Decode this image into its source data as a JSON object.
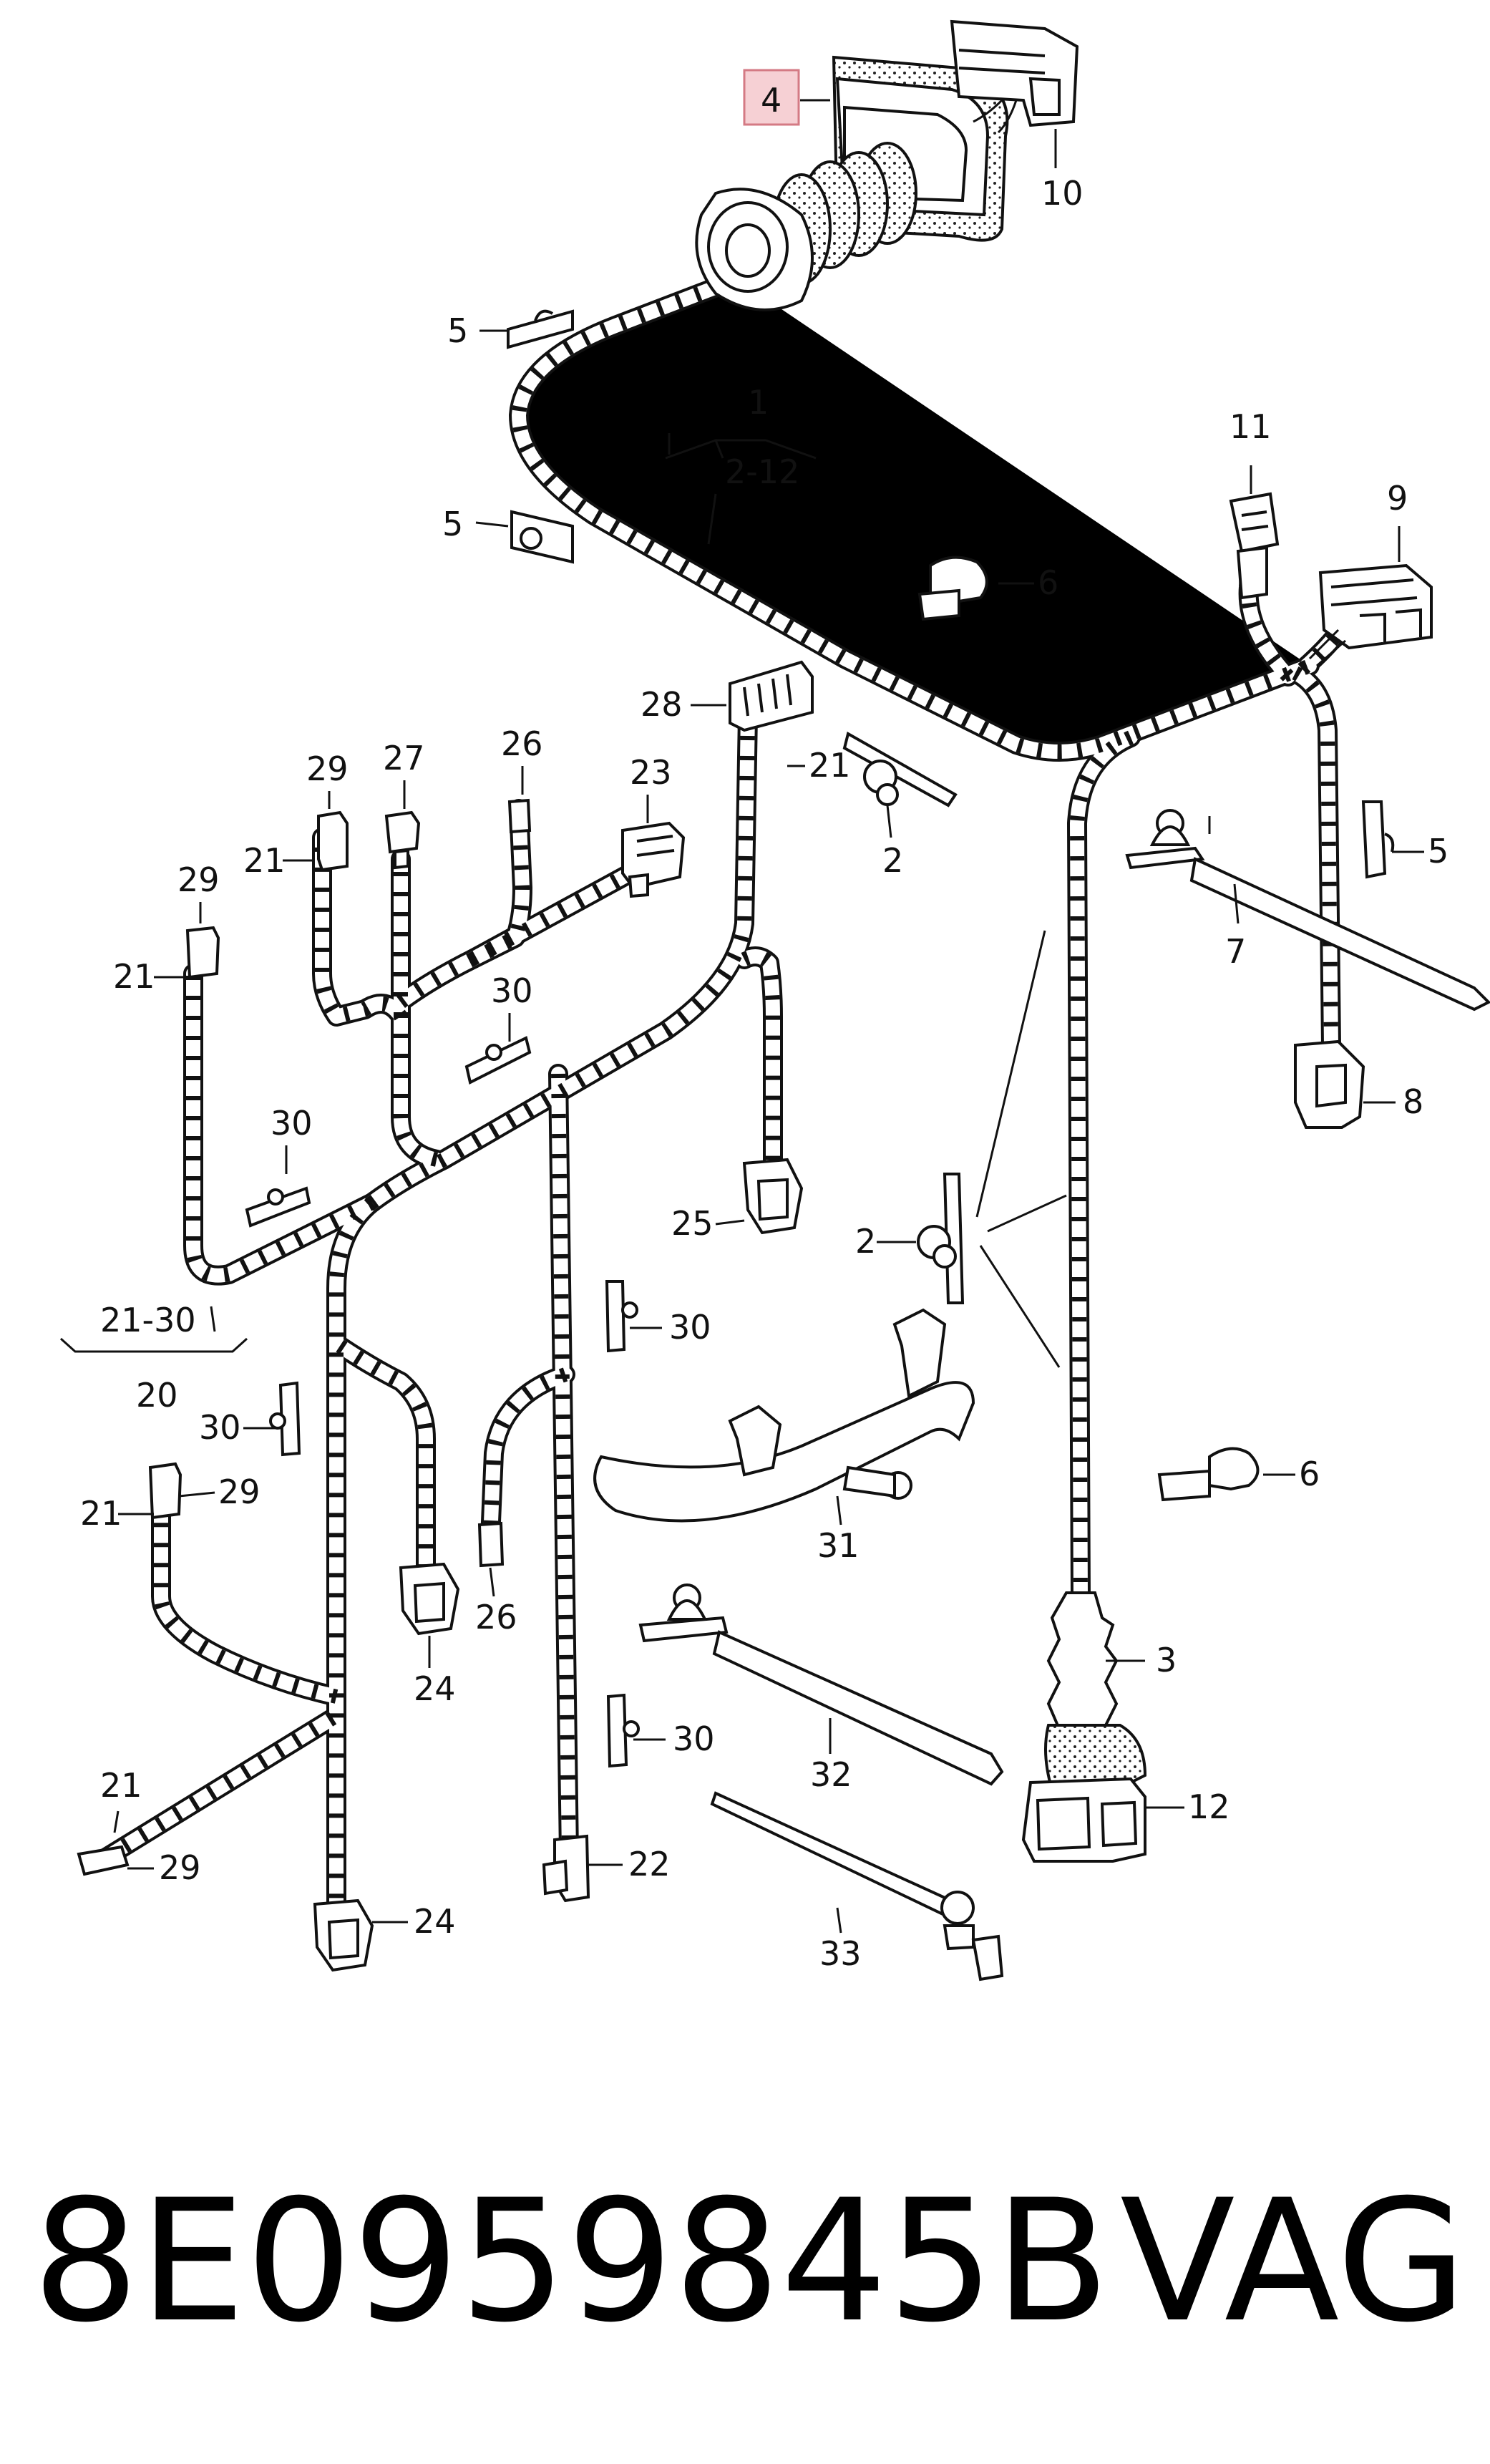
{
  "callouts": {
    "c4": "4",
    "c10": "10",
    "c5a": "5",
    "c1": "1",
    "c1range": "2-12",
    "c5b": "5",
    "c6a": "6",
    "c11": "11",
    "c9": "9",
    "c28": "28",
    "c21a": "21",
    "c2a": "2",
    "c5c": "5",
    "c29a": "29",
    "c27": "27",
    "c26a": "26",
    "c23": "23",
    "c21b": "21",
    "c7": "7",
    "c29b": "29",
    "c21c": "21",
    "c30a": "30",
    "c8": "8",
    "c30b": "30",
    "c25": "25",
    "c2b": "2",
    "c20range": "21-30",
    "c20": "20",
    "c30c": "30",
    "c30d": "30",
    "c6b": "6",
    "c21d": "21",
    "c29c": "29",
    "c31": "31",
    "c26b": "26",
    "c3": "3",
    "c24a": "24",
    "c30e": "30",
    "c32": "32",
    "c12": "12",
    "c21e": "21",
    "c29d": "29",
    "c22": "22",
    "c24b": "24",
    "c33": "33"
  },
  "footer": {
    "part_number": "8E0959845B",
    "brand": "VAG"
  },
  "colors": {
    "ink": "#111111",
    "highlight_fill": "#f6d0d4",
    "highlight_stroke": "#d47a84"
  }
}
